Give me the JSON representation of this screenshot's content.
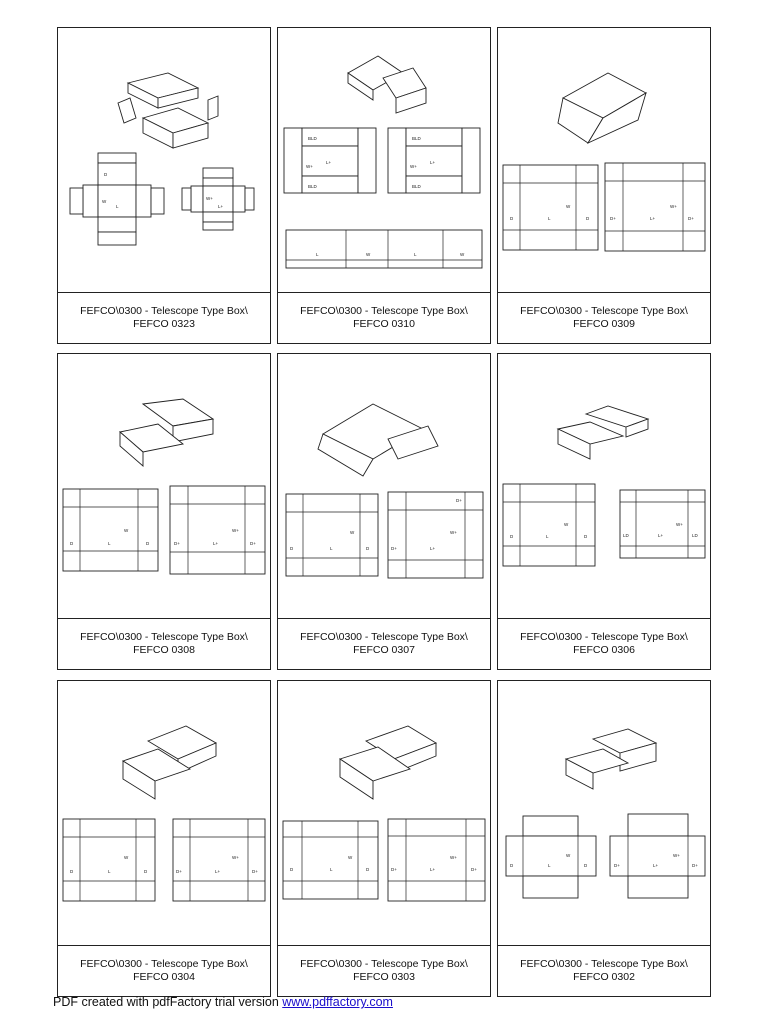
{
  "cards": [
    {
      "line1": "FEFCO\\0300 - Telescope Type Box\\",
      "line2": "FEFCO 0323"
    },
    {
      "line1": "FEFCO\\0300 - Telescope Type Box\\",
      "line2": "FEFCO 0310"
    },
    {
      "line1": "FEFCO\\0300 - Telescope Type Box\\",
      "line2": "FEFCO 0309"
    },
    {
      "line1": "FEFCO\\0300 - Telescope Type Box\\",
      "line2": "FEFCO 0308"
    },
    {
      "line1": "FEFCO\\0300 - Telescope Type Box\\",
      "line2": "FEFCO 0307"
    },
    {
      "line1": "FEFCO\\0300 - Telescope Type Box\\",
      "line2": "FEFCO 0306"
    },
    {
      "line1": "FEFCO\\0300 - Telescope Type Box\\",
      "line2": "FEFCO 0304"
    },
    {
      "line1": "FEFCO\\0300 - Telescope Type Box\\",
      "line2": "FEFCO 0303"
    },
    {
      "line1": "FEFCO\\0300 - Telescope Type Box\\",
      "line2": "FEFCO 0302"
    }
  ],
  "footer": {
    "text": "PDF created with pdfFactory trial version ",
    "link_text": "www.pdffactory.com"
  }
}
